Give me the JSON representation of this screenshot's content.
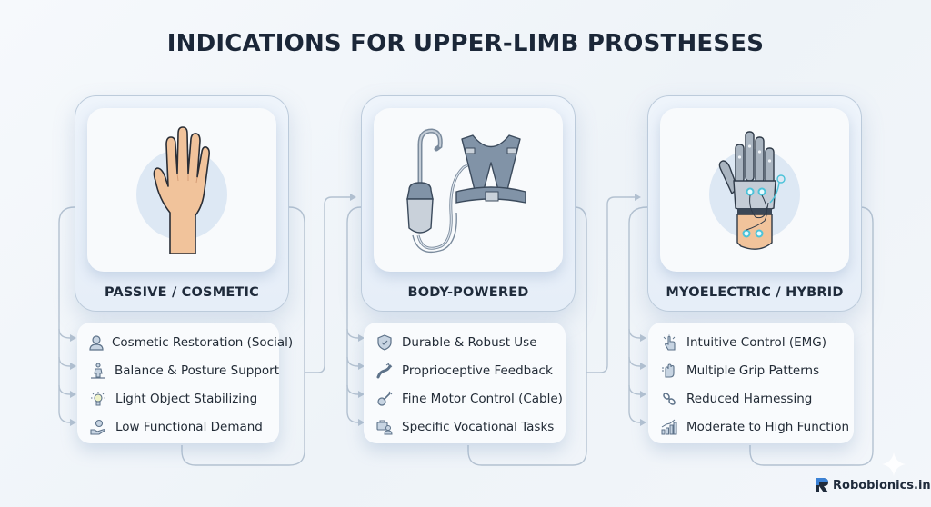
{
  "title": "INDICATIONS FOR UPPER-LIMB PROSTHESES",
  "colors": {
    "title": "#1b2738",
    "frame_border": "#bccbdb",
    "connector": "#b4c2d1",
    "icon": "#5d7289",
    "accent_cyan": "#4cc3d9",
    "skin": "#f1c39b"
  },
  "categories": [
    {
      "label": "PASSIVE / COSMETIC",
      "image": "cosmetic-hand-icon",
      "items": [
        {
          "icon": "person-bust-icon",
          "label": "Cosmetic Restoration (Social)"
        },
        {
          "icon": "standing-figure-icon",
          "label": "Balance & Posture Support"
        },
        {
          "icon": "lightbulb-icon",
          "label": "Light Object Stabilizing"
        },
        {
          "icon": "hand-coin-icon",
          "label": "Low Functional Demand"
        }
      ]
    },
    {
      "label": "BODY-POWERED",
      "image": "hook-and-harness-icon",
      "items": [
        {
          "icon": "shield-check-icon",
          "label": "Durable & Robust Use"
        },
        {
          "icon": "arm-signal-icon",
          "label": "Proprioceptive Feedback"
        },
        {
          "icon": "cable-guitar-icon",
          "label": "Fine Motor Control (Cable)"
        },
        {
          "icon": "toolbox-worker-icon",
          "label": "Specific Vocational Tasks"
        }
      ]
    },
    {
      "label": "MYOELECTRIC / HYBRID",
      "image": "bionic-hand-icon",
      "items": [
        {
          "icon": "touch-hand-icon",
          "label": "Intuitive Control (EMG)"
        },
        {
          "icon": "grip-hand-icon",
          "label": "Multiple Grip Patterns"
        },
        {
          "icon": "link-chain-icon",
          "label": "Reduced Harnessing"
        },
        {
          "icon": "bar-chart-up-icon",
          "label": "Moderate to High Function"
        }
      ]
    }
  ],
  "brand": {
    "name": "Robobionics.in"
  }
}
